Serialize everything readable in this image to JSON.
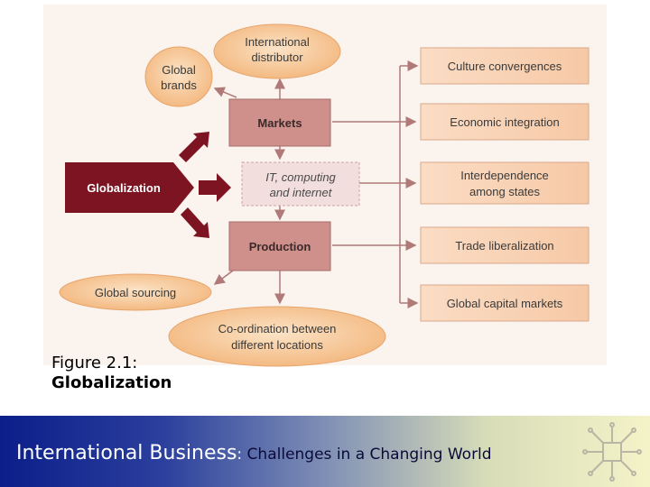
{
  "diagram": {
    "center": "Globalization",
    "hubs": {
      "markets": "Markets",
      "it_line1": "IT, computing",
      "it_line2": "and internet",
      "production": "Production"
    },
    "ovals": {
      "intl_line1": "International",
      "intl_line2": "distributor",
      "brands_line1": "Global",
      "brands_line2": "brands",
      "sourcing": "Global sourcing",
      "coord_line1": "Co-ordination between",
      "coord_line2": "different locations"
    },
    "outcomes": [
      {
        "line1": "Culture convergences",
        "line2": ""
      },
      {
        "line1": "Economic integration",
        "line2": ""
      },
      {
        "line1": "Interdependence",
        "line2": "among states"
      },
      {
        "line1": "Trade liberalization",
        "line2": ""
      },
      {
        "line1": "Global capital markets",
        "line2": ""
      }
    ]
  },
  "caption": {
    "line1": "Figure 2.1:",
    "line2": "Globalization"
  },
  "footer": {
    "title": "International Business",
    "separator": ":",
    "subtitle": " Challenges in a Changing World"
  },
  "colors": {
    "dark_red": "#7d1422",
    "hub_fill": "#cf8f8a",
    "peach": "#f6c89b",
    "footer_blue": "#0b1e8a"
  },
  "icons": {
    "logo": "network-node-icon"
  }
}
